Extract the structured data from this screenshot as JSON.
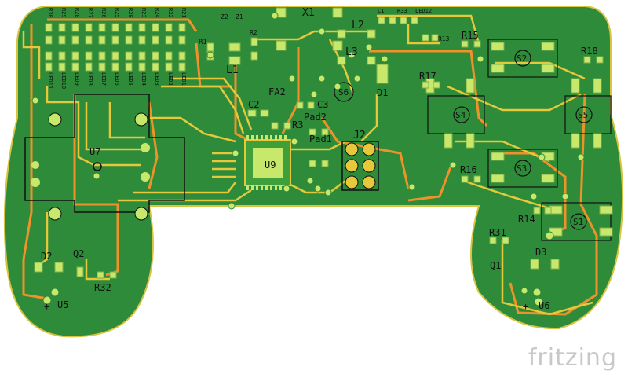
{
  "app": {
    "brand": "fritzing"
  },
  "colors": {
    "board": "#2e8b39",
    "trace": "#f5a623",
    "trace2": "#e8c83a",
    "pad": "#c7e86b",
    "pad_edge": "#7fb04a",
    "silk": "#111111",
    "bg": "#ffffff"
  },
  "labels": {
    "x1": "X1",
    "l2": "L2",
    "l3": "L3",
    "l1": "L1",
    "d1": "D1",
    "r1": "R1",
    "fa2": "FA2",
    "c2": "C2",
    "c3": "C3",
    "r3": "R3",
    "pad2": "Pad2",
    "pad1": "Pad1",
    "u9": "U9",
    "j2": "J2",
    "s6": "S6",
    "r13": "R13",
    "r33": "R33",
    "led12": "LED12",
    "c1": "C1",
    "r15": "R15",
    "s2": "S2",
    "r18": "R18",
    "r17": "R17",
    "s4": "S4",
    "s5": "S5",
    "s3": "S3",
    "r16": "R16",
    "r14": "R14",
    "s1": "S1",
    "r31": "R31",
    "d3": "D3",
    "q1": "Q1",
    "u6": "U6",
    "u7": "U7",
    "d2": "D2",
    "q2": "Q2",
    "r32": "R32",
    "u5": "U5",
    "z2": "Z2",
    "z1": "Z1",
    "r2": "R2",
    "plus_left": "+",
    "plus_right": "+"
  },
  "resistor_row_top": [
    "R30",
    "R29",
    "R28",
    "R27",
    "R26",
    "R25",
    "R20",
    "R23",
    "R24",
    "R22",
    "R21"
  ],
  "led_row_bottom": [
    "LED11",
    "LED10",
    "LED9",
    "LED8",
    "LED7",
    "LED6",
    "LED5",
    "LED4",
    "LED3",
    "LED2",
    "LED1"
  ]
}
